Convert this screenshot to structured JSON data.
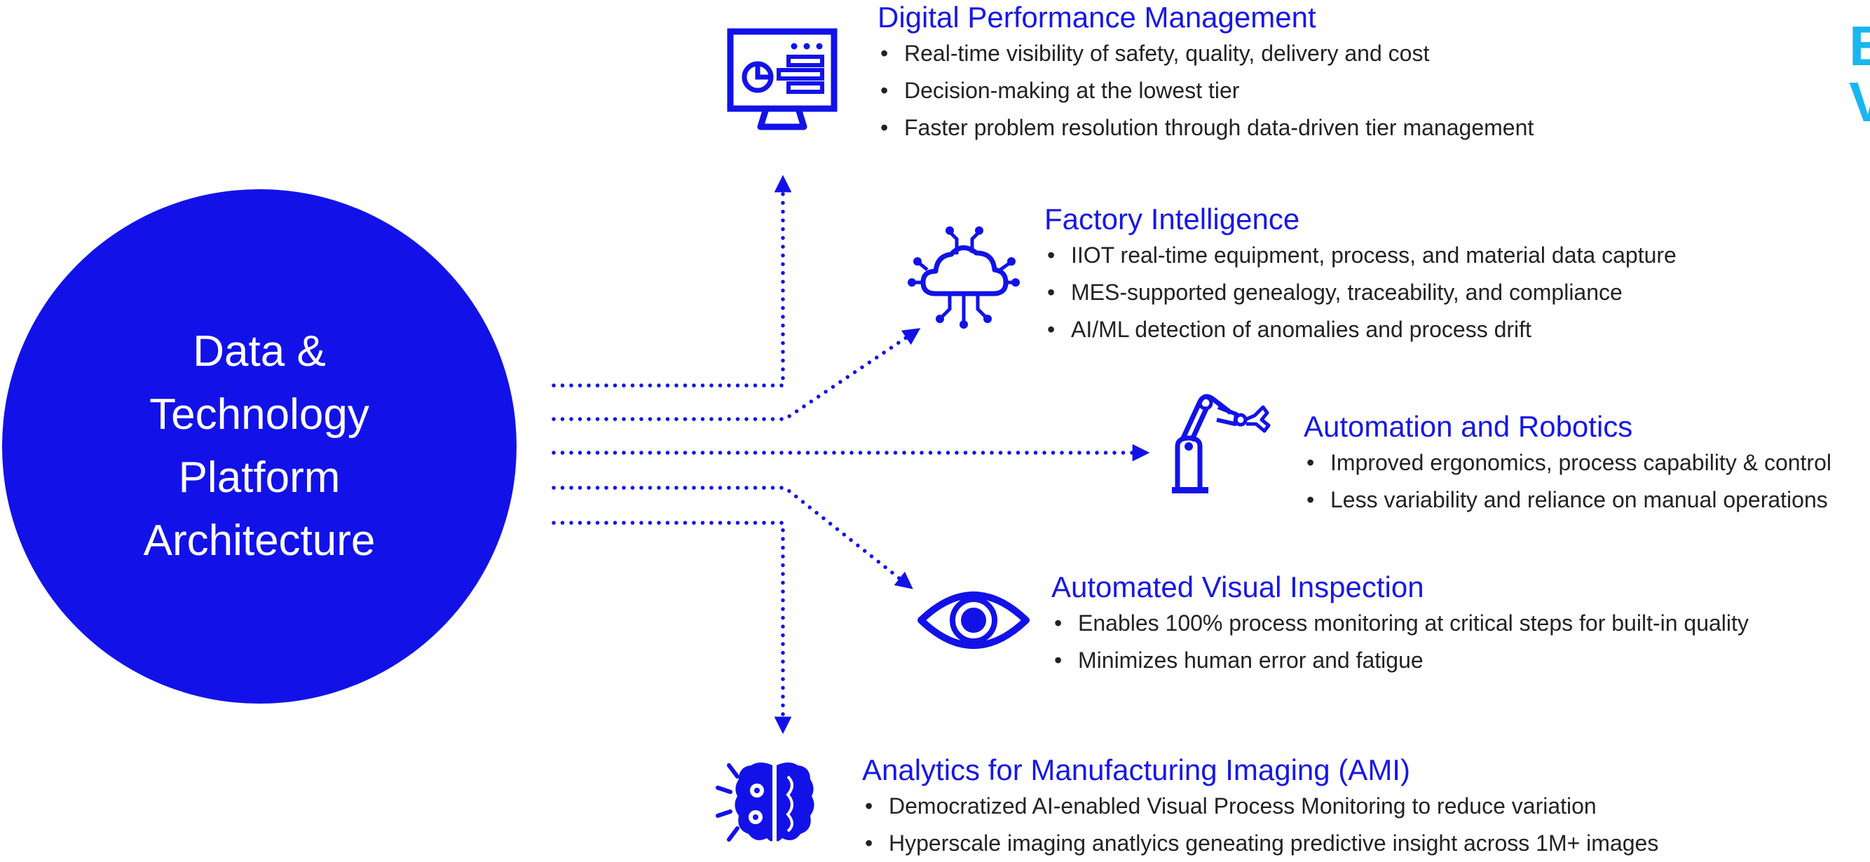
{
  "colors": {
    "primary_blue": "#1212e8",
    "title_blue": "#1717e6",
    "body_text": "#222222",
    "accent_cyan": "#19b6ef"
  },
  "hub": {
    "lines": [
      "Data &",
      "Technology",
      "Platform",
      "Architecture"
    ]
  },
  "sections": [
    {
      "title": "Digital Performance Management",
      "icon": "monitor-dashboard-icon",
      "bullets": [
        "Real-time visibility of safety, quality, delivery and cost",
        "Decision-making at the lowest tier",
        "Faster problem resolution through data-driven tier management"
      ]
    },
    {
      "title": "Factory Intelligence",
      "icon": "cloud-circuit-icon",
      "bullets": [
        "IIOT real-time equipment, process, and material data capture",
        "MES-supported genealogy, traceability, and compliance",
        "AI/ML detection of anomalies and process drift"
      ]
    },
    {
      "title": "Automation and Robotics",
      "icon": "robot-arm-icon",
      "bullets": [
        "Improved ergonomics, process capability & control",
        "Less variability and reliance on manual operations"
      ]
    },
    {
      "title": "Automated Visual Inspection",
      "icon": "eye-icon",
      "bullets": [
        "Enables 100% process monitoring at critical steps for built-in quality",
        "Minimizes human error and fatigue"
      ]
    },
    {
      "title": "Analytics for Manufacturing Imaging (AMI)",
      "icon": "brain-gears-icon",
      "bullets": [
        "Democratized AI-enabled Visual Process Monitoring to reduce variation",
        "Hyperscale imaging anatlyics geneating predictive insight across 1M+ images"
      ]
    }
  ],
  "corner_fragment": {
    "letters": [
      "B",
      "V"
    ]
  }
}
